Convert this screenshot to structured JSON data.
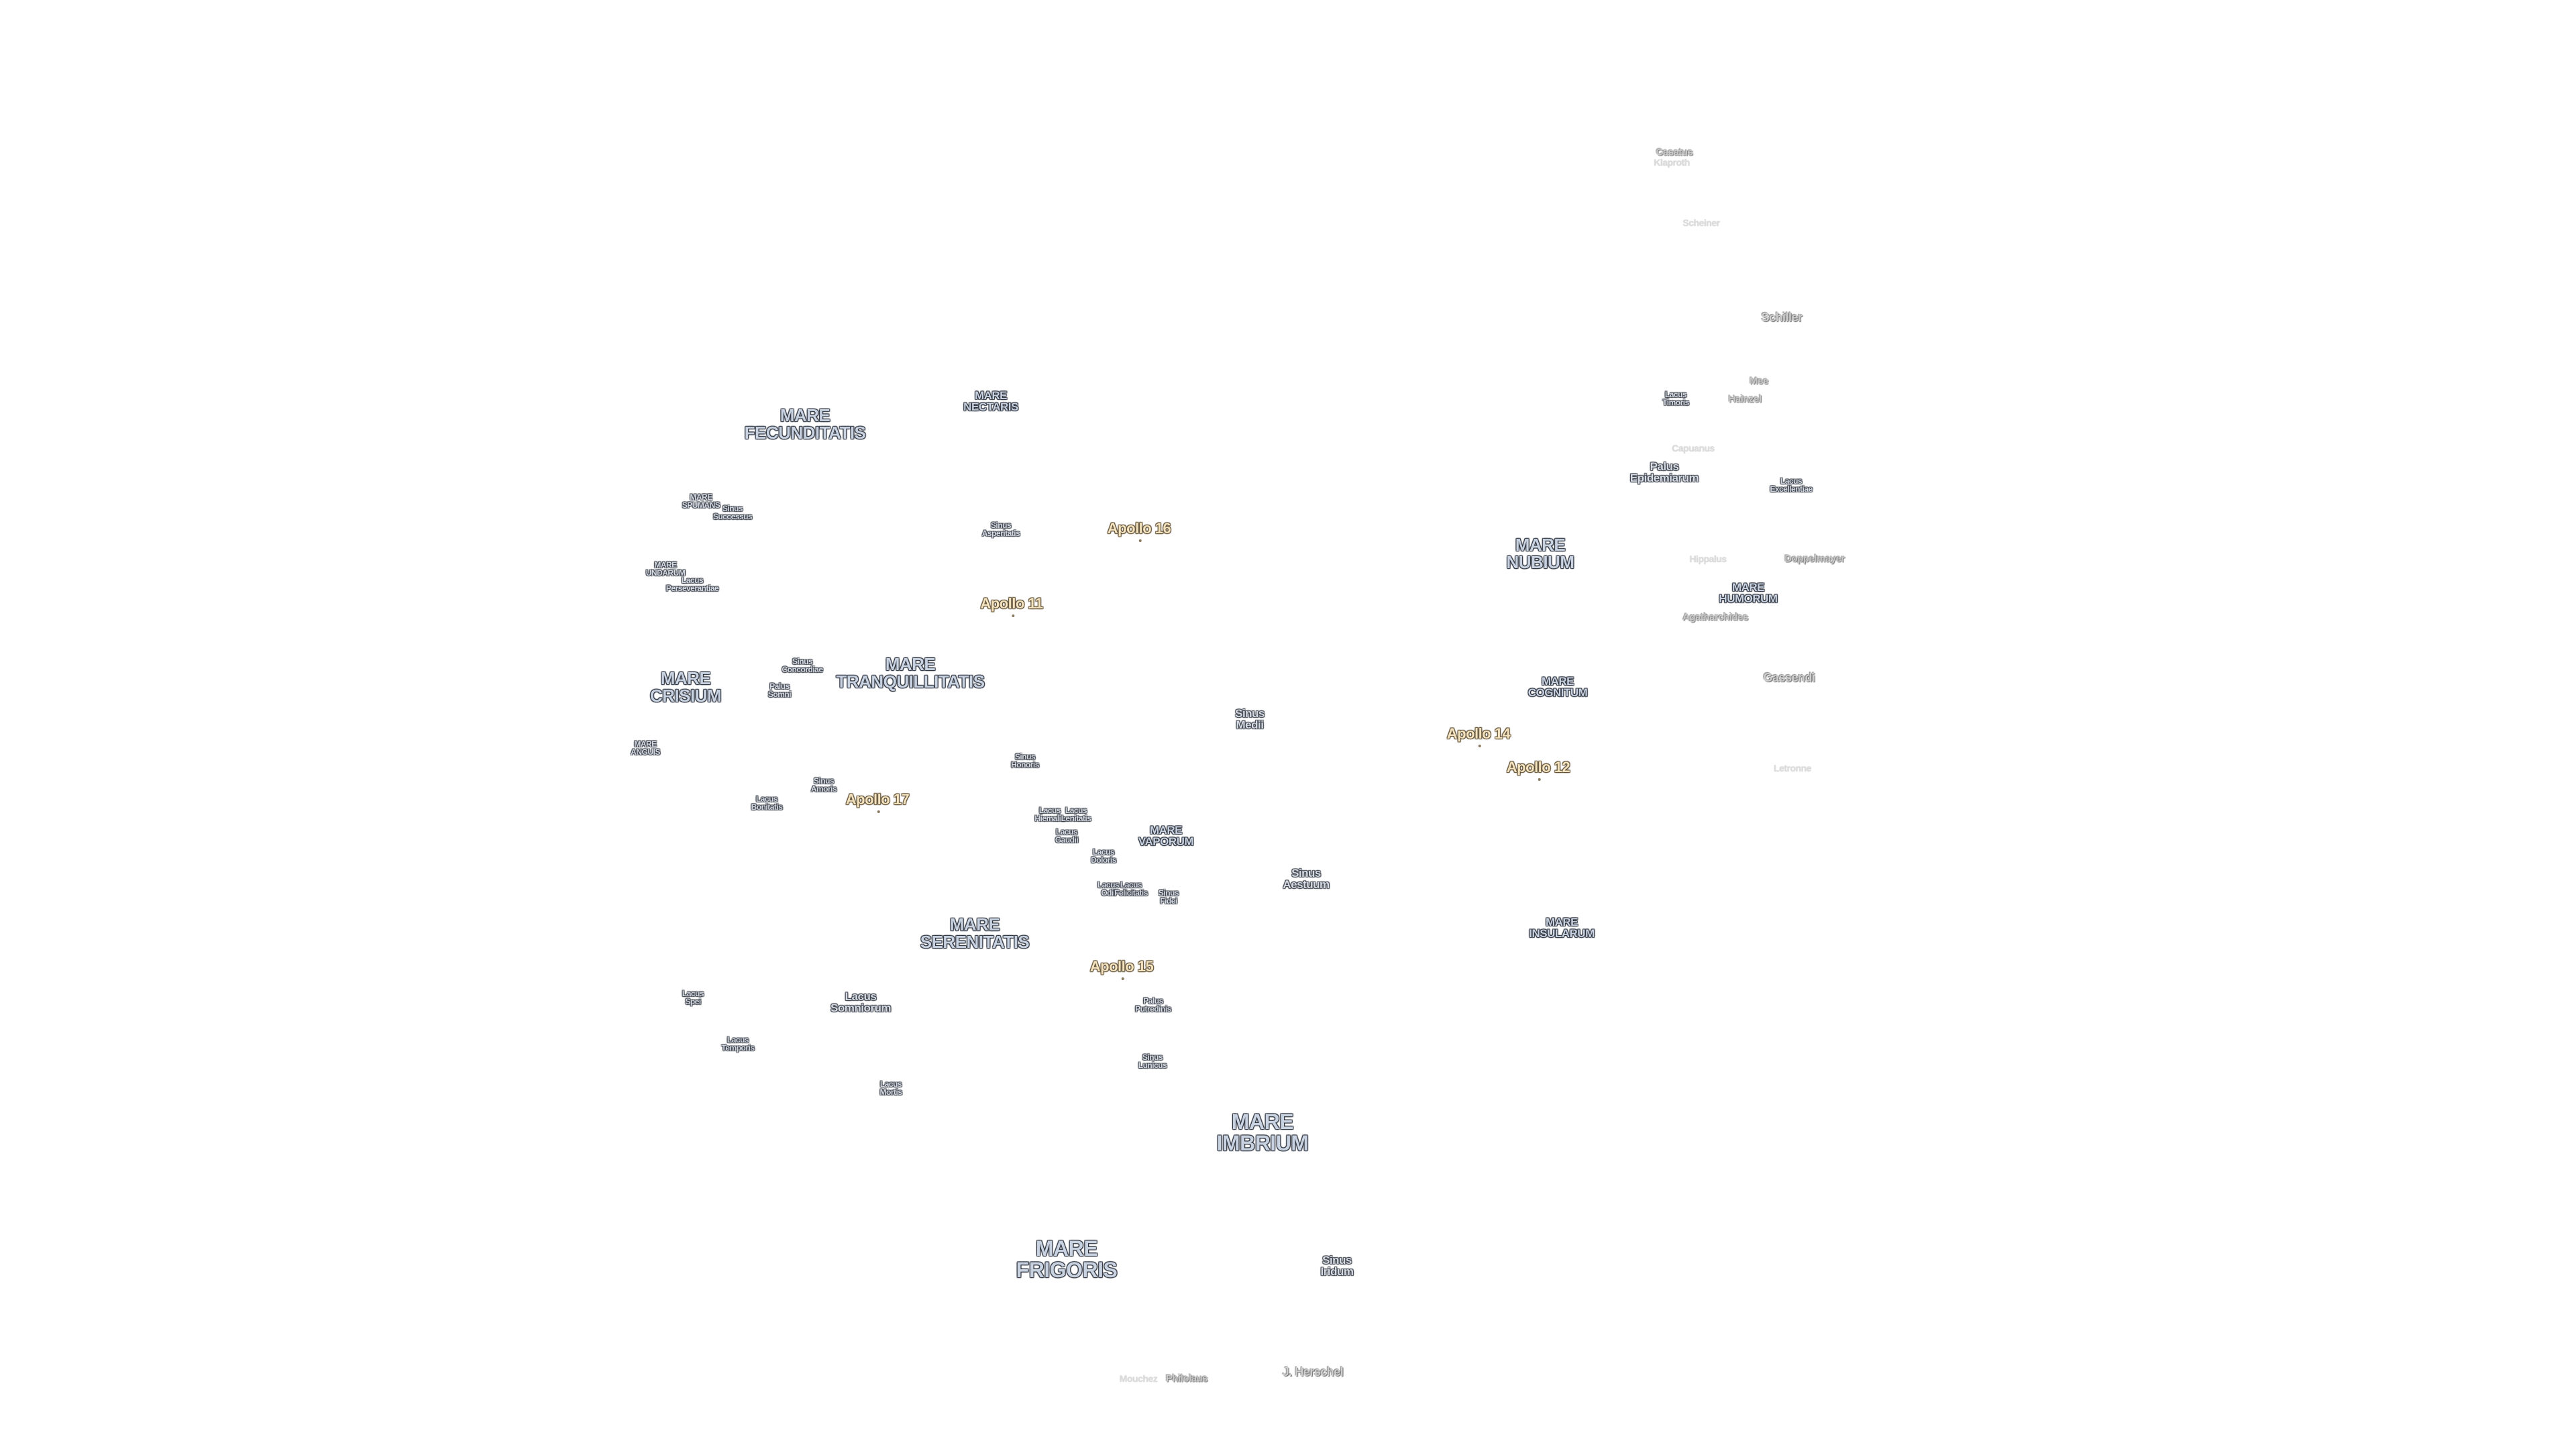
{
  "labels": [
    {
      "name": "mare-fecunditatis",
      "text": "MARE\nFECUNDITATIS",
      "kind": "mare"
    },
    {
      "name": "mare-nectaris",
      "text": "MARE\nNECTARIS",
      "kind": "mare-sm"
    },
    {
      "name": "mare-spumans",
      "text": "MARE\nSPUMANS",
      "kind": "minor"
    },
    {
      "name": "sinus-successus",
      "text": "Sinus\nSuccessus",
      "kind": "minor"
    },
    {
      "name": "mare-undarum",
      "text": "MARE\nUNDARUM",
      "kind": "minor"
    },
    {
      "name": "lacus-perseverantiae",
      "text": "Lacus\nPerseverantiae",
      "kind": "minor"
    },
    {
      "name": "sinus-asperitatis",
      "text": "Sinus\nAsperitatis",
      "kind": "minor"
    },
    {
      "name": "apollo-16",
      "text": "Apollo 16",
      "kind": "apollo"
    },
    {
      "name": "apollo-11",
      "text": "Apollo 11",
      "kind": "apollo"
    },
    {
      "name": "sinus-concordiae",
      "text": "Sinus\nConcordiae",
      "kind": "minor"
    },
    {
      "name": "mare-tranquillitatis",
      "text": "MARE\nTRANQUILLITATIS",
      "kind": "mare"
    },
    {
      "name": "mare-crisium",
      "text": "MARE\nCRISIUM",
      "kind": "mare"
    },
    {
      "name": "palus-somni",
      "text": "Palus\nSomni",
      "kind": "minor"
    },
    {
      "name": "mare-anguis",
      "text": "MARE\nANGUIS",
      "kind": "minor"
    },
    {
      "name": "sinus-amoris",
      "text": "Sinus\nAmoris",
      "kind": "minor"
    },
    {
      "name": "lacus-bonitatis",
      "text": "Lacus\nBonitatis",
      "kind": "minor"
    },
    {
      "name": "apollo-17",
      "text": "Apollo 17",
      "kind": "apollo"
    },
    {
      "name": "sinus-honoris",
      "text": "Sinus\nHonoris",
      "kind": "minor"
    },
    {
      "name": "lacus-hiemalis",
      "text": "Lacus\nHiemalis",
      "kind": "minor"
    },
    {
      "name": "lacus-lenitatis",
      "text": "Lacus\nLenitatis",
      "kind": "minor"
    },
    {
      "name": "lacus-gaudii",
      "text": "Lacus\nGaudii",
      "kind": "minor"
    },
    {
      "name": "lacus-doloris",
      "text": "Lacus\nDoloris",
      "kind": "minor"
    },
    {
      "name": "mare-vaporum",
      "text": "MARE\nVAPORUM",
      "kind": "mare-sm"
    },
    {
      "name": "lacus-odii",
      "text": "Lacus\nOdii",
      "kind": "minor"
    },
    {
      "name": "lacus-felicitatis",
      "text": "Lacus\nFelicitatis",
      "kind": "minor"
    },
    {
      "name": "sinus-fidei",
      "text": "Sinus\nFidei",
      "kind": "minor"
    },
    {
      "name": "sinus-medii",
      "text": "Sinus\nMedii",
      "kind": "mid"
    },
    {
      "name": "sinus-aestuum",
      "text": "Sinus\nAestuum",
      "kind": "mid"
    },
    {
      "name": "mare-serenitatis",
      "text": "MARE\nSERENITATIS",
      "kind": "mare"
    },
    {
      "name": "apollo-15",
      "text": "Apollo 15",
      "kind": "apollo"
    },
    {
      "name": "lacus-spei",
      "text": "Lacus\nSpei",
      "kind": "minor"
    },
    {
      "name": "lacus-somniorum",
      "text": "Lacus\nSomniorum",
      "kind": "mid"
    },
    {
      "name": "palus-putredinis",
      "text": "Palus\nPutredinis",
      "kind": "minor"
    },
    {
      "name": "lacus-temporis",
      "text": "Lacus\nTemporis",
      "kind": "minor"
    },
    {
      "name": "sinus-lunicus",
      "text": "Sinus\nLunicus",
      "kind": "minor"
    },
    {
      "name": "lacus-mortis",
      "text": "Lacus\nMortis",
      "kind": "minor"
    },
    {
      "name": "mare-imbrium",
      "text": "MARE\nIMBRIUM",
      "kind": "mare-lg"
    },
    {
      "name": "mare-frigoris",
      "text": "MARE\nFRIGORIS",
      "kind": "mare-lg"
    },
    {
      "name": "sinus-iridum",
      "text": "Sinus\nIridum",
      "kind": "mid"
    },
    {
      "name": "crater-mouchez",
      "text": "Mouchez",
      "kind": "faint"
    },
    {
      "name": "crater-philolaus",
      "text": "Philolaus",
      "kind": "crater"
    },
    {
      "name": "crater-j-herschel",
      "text": "J. Herschel",
      "kind": "crater-md"
    },
    {
      "name": "crater-casatus",
      "text": "Casatus",
      "kind": "crater"
    },
    {
      "name": "crater-klaproth",
      "text": "Klaproth",
      "kind": "faint"
    },
    {
      "name": "crater-scheiner",
      "text": "Scheiner",
      "kind": "faint"
    },
    {
      "name": "crater-schiller",
      "text": "Schiller",
      "kind": "crater-md"
    },
    {
      "name": "lacus-timoris",
      "text": "Lacus\nTimoris",
      "kind": "minor"
    },
    {
      "name": "crater-mee",
      "text": "Mee",
      "kind": "crater"
    },
    {
      "name": "crater-hainzel",
      "text": "Hainzel",
      "kind": "crater"
    },
    {
      "name": "crater-capuanus",
      "text": "Capuanus",
      "kind": "faint"
    },
    {
      "name": "palus-epidemiarum",
      "text": "Palus\nEpidemiarum",
      "kind": "mid"
    },
    {
      "name": "lacus-excellentiae",
      "text": "Lacus\nExcellentiae",
      "kind": "minor"
    },
    {
      "name": "mare-nubium",
      "text": "MARE\nNUBIUM",
      "kind": "mare"
    },
    {
      "name": "crater-hippalus",
      "text": "Hippalus",
      "kind": "faint"
    },
    {
      "name": "crater-doppelmayer",
      "text": "Doppelmayer",
      "kind": "crater"
    },
    {
      "name": "mare-humorum",
      "text": "MARE\nHUMORUM",
      "kind": "mare-sm"
    },
    {
      "name": "crater-agatharchides",
      "text": "Agatharchides",
      "kind": "crater"
    },
    {
      "name": "mare-cognitum",
      "text": "MARE\nCOGNITUM",
      "kind": "mare-sm"
    },
    {
      "name": "crater-gassendi",
      "text": "Gassendi",
      "kind": "crater-md"
    },
    {
      "name": "apollo-14",
      "text": "Apollo 14",
      "kind": "apollo"
    },
    {
      "name": "apollo-12",
      "text": "Apollo 12",
      "kind": "apollo"
    },
    {
      "name": "crater-letronne",
      "text": "Letronne",
      "kind": "faint"
    },
    {
      "name": "mare-insularum",
      "text": "MARE\nINSULARUM",
      "kind": "mare-sm"
    }
  ]
}
